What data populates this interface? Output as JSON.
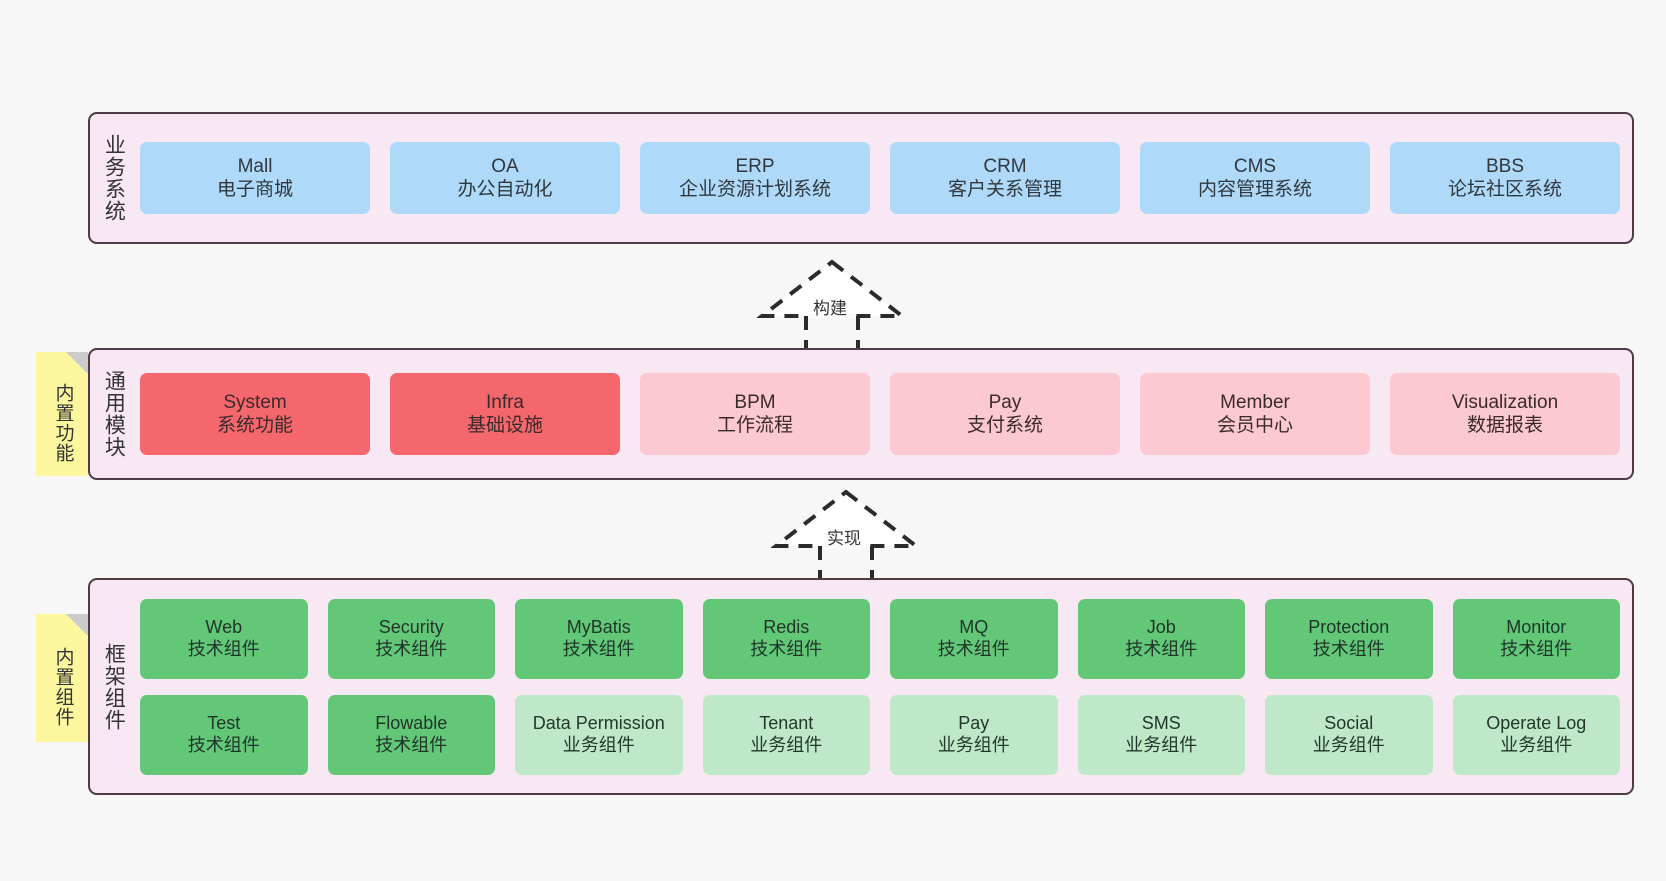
{
  "diagram": {
    "title": "",
    "background": "#f7f7f7",
    "colors": {
      "layer_fill": "#f8e8f3",
      "layer_border": "#4d3b45",
      "business_cell": "#aed9f9",
      "core_module_cell": "#f4676c",
      "module_cell": "#fcc8d1",
      "tech_component_cell": "#62c878",
      "business_component_cell": "#bfe8c8",
      "note_fill": "#fcf79e",
      "note_fold": "#cccccc"
    }
  },
  "layers": [
    {
      "id": "business",
      "title": "业务系统",
      "rows": [
        [
          {
            "t1": "Mall",
            "t2": "电子商城",
            "style": "c-blue"
          },
          {
            "t1": "OA",
            "t2": "办公自动化",
            "style": "c-blue"
          },
          {
            "t1": "ERP",
            "t2": "企业资源计划系统",
            "style": "c-blue"
          },
          {
            "t1": "CRM",
            "t2": "客户关系管理",
            "style": "c-blue"
          },
          {
            "t1": "CMS",
            "t2": "内容管理系统",
            "style": "c-blue"
          },
          {
            "t1": "BBS",
            "t2": "论坛社区系统",
            "style": "c-blue"
          }
        ]
      ]
    },
    {
      "id": "common",
      "title": "通用模块",
      "note": "内置功能",
      "rows": [
        [
          {
            "t1": "System",
            "t2": "系统功能",
            "style": "c-red"
          },
          {
            "t1": "Infra",
            "t2": "基础设施",
            "style": "c-red"
          },
          {
            "t1": "BPM",
            "t2": "工作流程",
            "style": "c-pink"
          },
          {
            "t1": "Pay",
            "t2": "支付系统",
            "style": "c-pink"
          },
          {
            "t1": "Member",
            "t2": "会员中心",
            "style": "c-pink"
          },
          {
            "t1": "Visualization",
            "t2": "数据报表",
            "style": "c-pink"
          }
        ]
      ]
    },
    {
      "id": "frame",
      "title": "框架组件",
      "note": "内置组件",
      "rows": [
        [
          {
            "t1": "Web",
            "t2": "技术组件",
            "style": "c-green"
          },
          {
            "t1": "Security",
            "t2": "技术组件",
            "style": "c-green"
          },
          {
            "t1": "MyBatis",
            "t2": "技术组件",
            "style": "c-green"
          },
          {
            "t1": "Redis",
            "t2": "技术组件",
            "style": "c-green"
          },
          {
            "t1": "MQ",
            "t2": "技术组件",
            "style": "c-green"
          },
          {
            "t1": "Job",
            "t2": "技术组件",
            "style": "c-green"
          },
          {
            "t1": "Protection",
            "t2": "技术组件",
            "style": "c-green"
          },
          {
            "t1": "Monitor",
            "t2": "技术组件",
            "style": "c-green"
          }
        ],
        [
          {
            "t1": "Test",
            "t2": "技术组件",
            "style": "c-green"
          },
          {
            "t1": "Flowable",
            "t2": "技术组件",
            "style": "c-green"
          },
          {
            "t1": "Data Permission",
            "t2": "业务组件",
            "style": "c-lgreen"
          },
          {
            "t1": "Tenant",
            "t2": "业务组件",
            "style": "c-lgreen"
          },
          {
            "t1": "Pay",
            "t2": "业务组件",
            "style": "c-lgreen"
          },
          {
            "t1": "SMS",
            "t2": "业务组件",
            "style": "c-lgreen"
          },
          {
            "t1": "Social",
            "t2": "业务组件",
            "style": "c-lgreen"
          },
          {
            "t1": "Operate Log",
            "t2": "业务组件",
            "style": "c-lgreen"
          }
        ]
      ]
    }
  ],
  "arrows": [
    {
      "id": "build",
      "label": "构建",
      "from": "通用模块",
      "to": "业务系统",
      "style": "dashed-generalization"
    },
    {
      "id": "impl",
      "label": "实现",
      "from": "框架组件",
      "to": "通用模块",
      "style": "dashed-generalization"
    }
  ]
}
